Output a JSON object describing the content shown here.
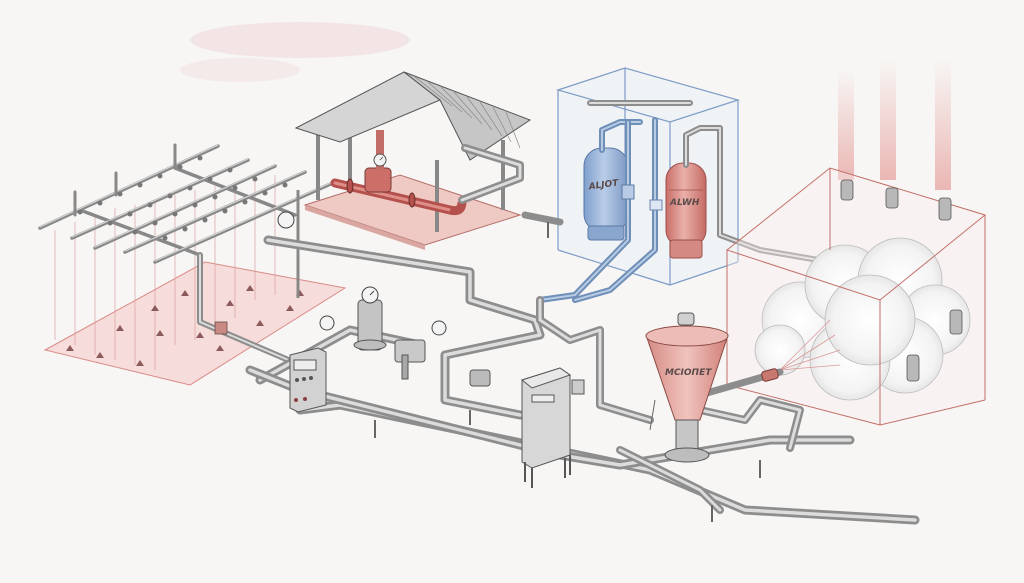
{
  "diagram": {
    "type": "isometric-process-illustration",
    "labels": {
      "blue_tank": "ALJOT",
      "red_tank": "ALWH",
      "hopper": "MCIOПET"
    },
    "colors": {
      "background": "#f7f6f4",
      "pipe": "#bdbdbd",
      "pipe_outline": "#7c7c7c",
      "red_accent": "#d98a86",
      "red_zone": "#f2c9c6",
      "blue_accent": "#8fb0d8",
      "blue_enclosure": "#7f9cc7",
      "steam": "#ffffff"
    },
    "components": [
      {
        "id": "sprinkler-grid",
        "icon": "sprinkler-icon"
      },
      {
        "id": "pump-shelter",
        "icon": "pump-icon"
      },
      {
        "id": "blue-tank",
        "icon": "tank-icon"
      },
      {
        "id": "red-tank",
        "icon": "tank-icon"
      },
      {
        "id": "steam-chamber",
        "icon": "steam-icon"
      },
      {
        "id": "hopper",
        "icon": "hopper-icon"
      },
      {
        "id": "control-panel-left",
        "icon": "control-panel-icon"
      },
      {
        "id": "control-cabinet",
        "icon": "cabinet-icon"
      },
      {
        "id": "pressure-gauge",
        "icon": "gauge-icon"
      }
    ]
  }
}
